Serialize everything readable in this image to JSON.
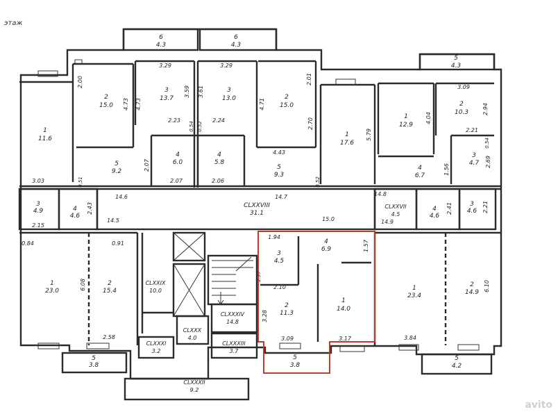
{
  "caption": "этаж",
  "watermark": "avito",
  "colors": {
    "highlight": "#c0392b",
    "wall": "#2b2b2b"
  },
  "labels": [
    {
      "id": "b1-num",
      "text": "6"
    },
    {
      "id": "b1-area",
      "text": "4.3"
    },
    {
      "id": "b2-num",
      "text": "6"
    },
    {
      "id": "b2-area",
      "text": "4.3"
    },
    {
      "id": "b3-num",
      "text": "5"
    },
    {
      "id": "b3-area",
      "text": "4.3"
    },
    {
      "id": "d329a",
      "text": "3.29"
    },
    {
      "id": "d329b",
      "text": "3.29"
    },
    {
      "id": "d309",
      "text": "3.09"
    },
    {
      "id": "r1-num",
      "text": "1"
    },
    {
      "id": "r1-area",
      "text": "11.6"
    },
    {
      "id": "r2-num",
      "text": "2"
    },
    {
      "id": "r2-area",
      "text": "15.0"
    },
    {
      "id": "r3-num",
      "text": "3"
    },
    {
      "id": "r3-area",
      "text": "13.7"
    },
    {
      "id": "r4-num",
      "text": "3"
    },
    {
      "id": "r4-area",
      "text": "13.0"
    },
    {
      "id": "r5-num",
      "text": "2"
    },
    {
      "id": "r5-area",
      "text": "15.0"
    },
    {
      "id": "r6-num",
      "text": "1"
    },
    {
      "id": "r6-area",
      "text": "17.6"
    },
    {
      "id": "r7-num",
      "text": "1"
    },
    {
      "id": "r7-area",
      "text": "12.9"
    },
    {
      "id": "r8-num",
      "text": "2"
    },
    {
      "id": "r8-area",
      "text": "10.3"
    },
    {
      "id": "d200",
      "text": "2.00"
    },
    {
      "id": "d473a",
      "text": "4.73"
    },
    {
      "id": "d473b",
      "text": "4.73"
    },
    {
      "id": "d359",
      "text": "3.59"
    },
    {
      "id": "d361",
      "text": "3.61"
    },
    {
      "id": "d471",
      "text": "4.71"
    },
    {
      "id": "d201",
      "text": "2.01"
    },
    {
      "id": "d270",
      "text": "2.70"
    },
    {
      "id": "d579",
      "text": "5.79"
    },
    {
      "id": "d404",
      "text": "4.04"
    },
    {
      "id": "d294",
      "text": "2.94"
    },
    {
      "id": "d223",
      "text": "2.23"
    },
    {
      "id": "d224",
      "text": "2.24"
    },
    {
      "id": "d221a",
      "text": "2.21"
    },
    {
      "id": "d054a",
      "text": "0.54"
    },
    {
      "id": "d052a",
      "text": "0.52"
    },
    {
      "id": "d054b",
      "text": "0.54"
    },
    {
      "id": "r9-num",
      "text": "4"
    },
    {
      "id": "r9-area",
      "text": "6.0"
    },
    {
      "id": "r10-num",
      "text": "4"
    },
    {
      "id": "r10-area",
      "text": "5.8"
    },
    {
      "id": "r11-num",
      "text": "3"
    },
    {
      "id": "r11-area",
      "text": "4.7"
    },
    {
      "id": "d269",
      "text": "2.69"
    },
    {
      "id": "d443",
      "text": "4.43"
    },
    {
      "id": "r12-num",
      "text": "5"
    },
    {
      "id": "r12-area",
      "text": "9.2"
    },
    {
      "id": "r13-num",
      "text": "5"
    },
    {
      "id": "r13-area",
      "text": "9.3"
    },
    {
      "id": "r14-num",
      "text": "4"
    },
    {
      "id": "r14-area",
      "text": "6.7"
    },
    {
      "id": "d156",
      "text": "1.56"
    },
    {
      "id": "d207a",
      "text": "2.07"
    },
    {
      "id": "d207b",
      "text": "2.07"
    },
    {
      "id": "d206",
      "text": "2.06"
    },
    {
      "id": "d303",
      "text": "3.03"
    },
    {
      "id": "d051",
      "text": "0.51"
    },
    {
      "id": "d052b",
      "text": "0.52"
    },
    {
      "id": "d146",
      "text": "14.6"
    },
    {
      "id": "d147",
      "text": "14.7"
    },
    {
      "id": "d148",
      "text": "14.8"
    },
    {
      "id": "d145",
      "text": "14.5"
    },
    {
      "id": "d150",
      "text": "15.0"
    },
    {
      "id": "d149",
      "text": "14.9"
    },
    {
      "id": "cor1-code",
      "text": "CLXXVIII"
    },
    {
      "id": "cor1-area",
      "text": "31.1"
    },
    {
      "id": "cor2-code",
      "text": "CLXXVII"
    },
    {
      "id": "cor2-area",
      "text": "4.5"
    },
    {
      "id": "r15-num",
      "text": "3"
    },
    {
      "id": "r15-area",
      "text": "4.9"
    },
    {
      "id": "r16-num",
      "text": "4"
    },
    {
      "id": "r16-area",
      "text": "4.6"
    },
    {
      "id": "d243",
      "text": "2.43"
    },
    {
      "id": "d215",
      "text": "2.15"
    },
    {
      "id": "r17-num",
      "text": "4"
    },
    {
      "id": "r17-area",
      "text": "4.6"
    },
    {
      "id": "r18-num",
      "text": "3"
    },
    {
      "id": "r18-area",
      "text": "4.6"
    },
    {
      "id": "d241",
      "text": "2.41"
    },
    {
      "id": "d221b",
      "text": "2.21"
    },
    {
      "id": "d084",
      "text": "0.84"
    },
    {
      "id": "d091",
      "text": "0.91"
    },
    {
      "id": "d608",
      "text": "6.08"
    },
    {
      "id": "r19-num",
      "text": "1"
    },
    {
      "id": "r19-area",
      "text": "23.0"
    },
    {
      "id": "r20-num",
      "text": "2"
    },
    {
      "id": "r20-area",
      "text": "15.4"
    },
    {
      "id": "d258",
      "text": "2.58"
    },
    {
      "id": "r21-num",
      "text": "5"
    },
    {
      "id": "r21-area",
      "text": "3.8"
    },
    {
      "id": "cor3-code",
      "text": "CLXXIX"
    },
    {
      "id": "cor3-area",
      "text": "10.0"
    },
    {
      "id": "cor4-code",
      "text": "CLXXX"
    },
    {
      "id": "cor4-area",
      "text": "4.0"
    },
    {
      "id": "cor5-code",
      "text": "CLXXXI"
    },
    {
      "id": "cor5-area",
      "text": "3.2"
    },
    {
      "id": "cor6-code",
      "text": "CLXXXIV"
    },
    {
      "id": "cor6-area",
      "text": "14.8"
    },
    {
      "id": "cor7-code",
      "text": "CLXXXIII"
    },
    {
      "id": "cor7-area",
      "text": "3.7"
    },
    {
      "id": "cor8-code",
      "text": "CLXXXII"
    },
    {
      "id": "cor8-area",
      "text": "9.2"
    },
    {
      "id": "d194",
      "text": "1.94"
    },
    {
      "id": "d157",
      "text": "1.57"
    },
    {
      "id": "d237",
      "text": "2.37"
    },
    {
      "id": "r22-num",
      "text": "3"
    },
    {
      "id": "r22-area",
      "text": "4.5"
    },
    {
      "id": "r23-num",
      "text": "4"
    },
    {
      "id": "r23-area",
      "text": "6.9"
    },
    {
      "id": "d210",
      "text": "2.10"
    },
    {
      "id": "d328",
      "text": "3.28"
    },
    {
      "id": "r24-num",
      "text": "2"
    },
    {
      "id": "r24-area",
      "text": "11.3"
    },
    {
      "id": "r25-num",
      "text": "1"
    },
    {
      "id": "r25-area",
      "text": "14.0"
    },
    {
      "id": "d309b",
      "text": "3.09"
    },
    {
      "id": "d317",
      "text": "3.17"
    },
    {
      "id": "r26-num",
      "text": "5"
    },
    {
      "id": "r26-area",
      "text": "3.8"
    },
    {
      "id": "r27-num",
      "text": "1"
    },
    {
      "id": "r27-area",
      "text": "23.4"
    },
    {
      "id": "r28-num",
      "text": "2"
    },
    {
      "id": "r28-area",
      "text": "14.9"
    },
    {
      "id": "d610",
      "text": "6.10"
    },
    {
      "id": "d384",
      "text": "3.84"
    },
    {
      "id": "r29-num",
      "text": "5"
    },
    {
      "id": "r29-area",
      "text": "4.2"
    }
  ]
}
